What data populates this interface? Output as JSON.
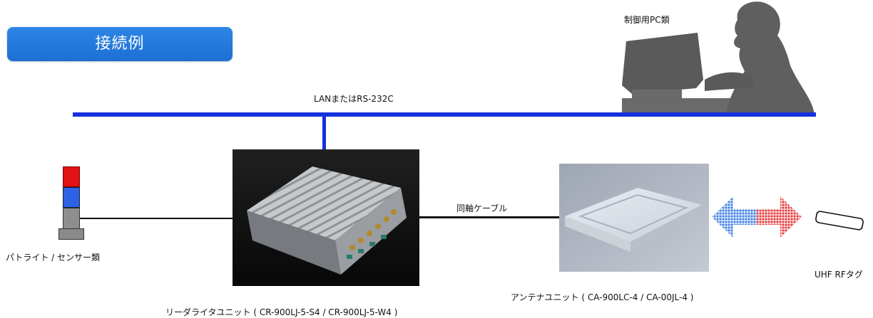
{
  "title": "接続例",
  "labels": {
    "pc": "制御用PC類",
    "bus": "LANまたはRS-232C",
    "patlite": "パトライト / センサー類",
    "coax": "同軸ケーブル",
    "antenna": "アンテナユニット ( CA-900LC-4 / CA-00JL-4 )",
    "reader": "リーダライタユニット ( CR-900LJ-5-S4 / CR-900LJ-5-W4 )",
    "tag": "UHF RFタグ"
  },
  "colors": {
    "title_bg": "#1d6fd4",
    "bus": "#1432dd",
    "lamp_red": "#e21212",
    "lamp_blue": "#2e62e6",
    "lamp_gray": "#8e8e8e",
    "arrow_blue": "#3d7be0",
    "arrow_red": "#e33434"
  }
}
